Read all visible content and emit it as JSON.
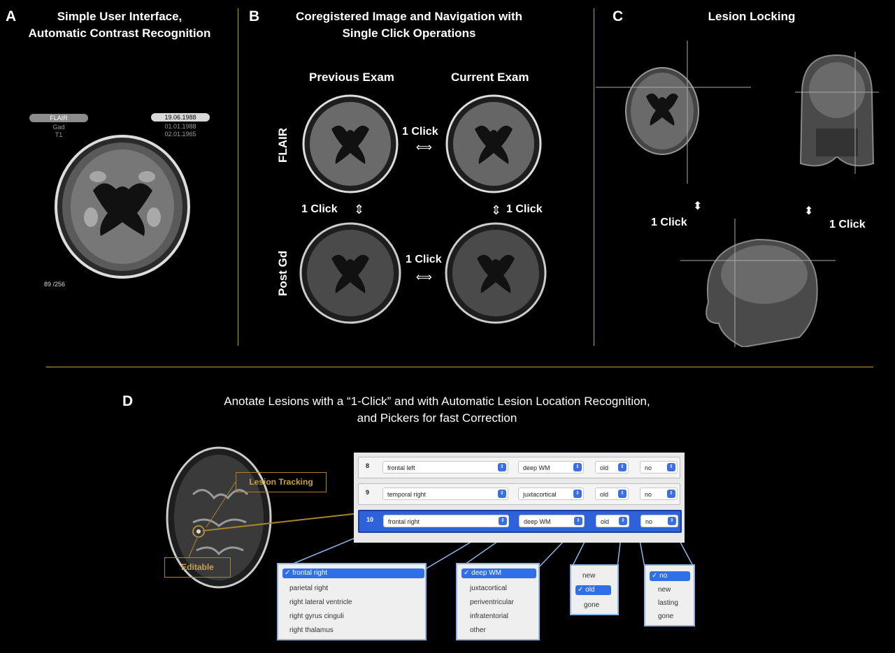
{
  "panels": {
    "a": {
      "letter": "A",
      "title_line1": "Simple User Interface,",
      "title_line2": "Automatic Contrast Recognition",
      "sequence_selected": "FLAIR",
      "sequence_options": [
        "Gad",
        "T1"
      ],
      "date_selected": "19.06.1988",
      "date_options": [
        "01.01.1988",
        "02.01.1965"
      ],
      "slice_counter": "89  /256"
    },
    "b": {
      "letter": "B",
      "title_line1": "Coregistered Image and Navigation with",
      "title_line2": "Single Click Operations",
      "col_previous": "Previous Exam",
      "col_current": "Current Exam",
      "row_flair": "FLAIR",
      "row_postgd": "Post Gd",
      "click_label": "1 Click"
    },
    "c": {
      "letter": "C",
      "title": "Lesion Locking",
      "click_label": "1 Click"
    },
    "d": {
      "letter": "D",
      "title_line1": "Anotate Lesions with a “1-Click” and with Automatic Lesion Location Recognition,",
      "title_line2": "and Pickers for fast Correction",
      "tag_tracking": "Lesion Tracking",
      "tag_editable": "Editable"
    }
  },
  "lesion_table": {
    "rows": [
      {
        "id": "8",
        "location": "frontal left",
        "region": "deep WM",
        "status": "old",
        "enhancing": "no",
        "selected": false
      },
      {
        "id": "9",
        "location": "temporal right",
        "region": "juxtacortical",
        "status": "old",
        "enhancing": "no",
        "selected": false
      },
      {
        "id": "10",
        "location": "frontal right",
        "region": "deep WM",
        "status": "old",
        "enhancing": "no",
        "selected": true
      }
    ]
  },
  "pickers": {
    "location": {
      "options": [
        "frontal right",
        "parietal right",
        "right lateral ventricle",
        "right gyrus cinguli",
        "right thalamus"
      ],
      "selected": "frontal right"
    },
    "region": {
      "options": [
        "deep WM",
        "juxtacortical",
        "periventricular",
        "infratentorial",
        "other"
      ],
      "selected": "deep WM"
    },
    "status": {
      "options": [
        "new",
        "old",
        "gone"
      ],
      "selected": "old"
    },
    "enhancing": {
      "options": [
        "no",
        "new",
        "lasting",
        "gone"
      ],
      "selected": "no"
    }
  },
  "check_mark": "✓",
  "arrow_glyph": "⬍",
  "colors": {
    "separator": "#b8a531",
    "selected_row": "#2e62d8",
    "tag_border": "#a8852c"
  }
}
